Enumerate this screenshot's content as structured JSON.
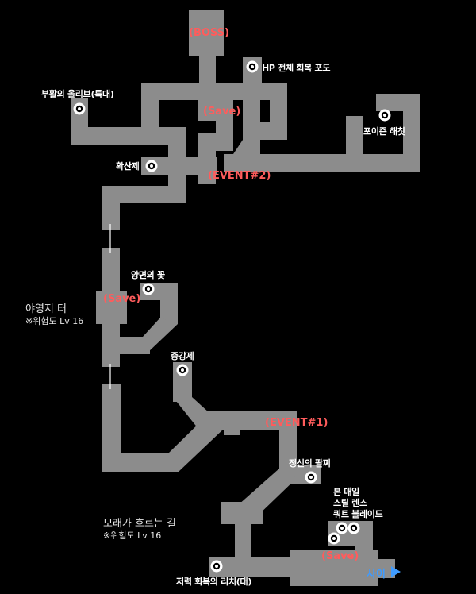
{
  "colors": {
    "background": "#000000",
    "corridor": "#8c8c8c",
    "event_text": "#ff5c5c",
    "item_text": "#ffffff",
    "exit_text": "#3f9bff",
    "marker_ring": "#ffffff",
    "marker_center": "#000000"
  },
  "events": {
    "boss": "(BOSS)",
    "save_top": "(Save)",
    "event2": "(EVENT#2)",
    "save_camp": "(Save)",
    "event1": "(EVENT#1)",
    "save_bottom": "(Save)"
  },
  "items": {
    "hp_grape": "HP 전체 회복 포도",
    "olive_large": "부활의 올리브(특대)",
    "poison_hatchet": "포이즌 해칫",
    "diffuser": "확산제",
    "sunny_flower": "양면의 꽃",
    "enhancer": "증강제",
    "spirit_bangle": "정신의 팔찌",
    "bone_meal": "본 매일",
    "steel_lance": "스틸 렌스",
    "quartz_blade": "쿼트 블레이드",
    "stamina_lychee": "저력 회복의 리치(대)"
  },
  "areas": {
    "camp": {
      "name": "야영지 터",
      "danger": "※위험도 Lv 16"
    },
    "sand_road": {
      "name": "모래가 흐르는 길",
      "danger": "※위험도 Lv 16"
    }
  },
  "exit": {
    "label": "사이",
    "icon": "right-triangle-icon"
  }
}
